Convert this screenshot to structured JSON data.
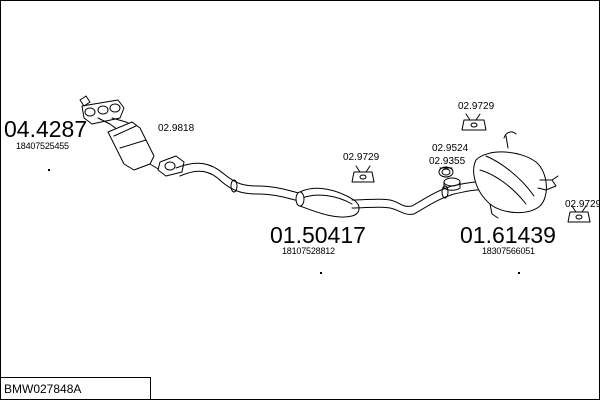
{
  "diagram": {
    "title": "BMW027848A",
    "parts": [
      {
        "code": "04.4287",
        "oe": "18407525455"
      },
      {
        "code": "01.50417",
        "oe": "18107528812"
      },
      {
        "code": "01.61439",
        "oe": "18307566051"
      }
    ],
    "accessories": [
      {
        "code": "02.9818"
      },
      {
        "code": "02.9729"
      },
      {
        "code": "02.9729"
      },
      {
        "code": "02.9524"
      },
      {
        "code": "02.9355"
      },
      {
        "code": "02.9729"
      }
    ]
  }
}
